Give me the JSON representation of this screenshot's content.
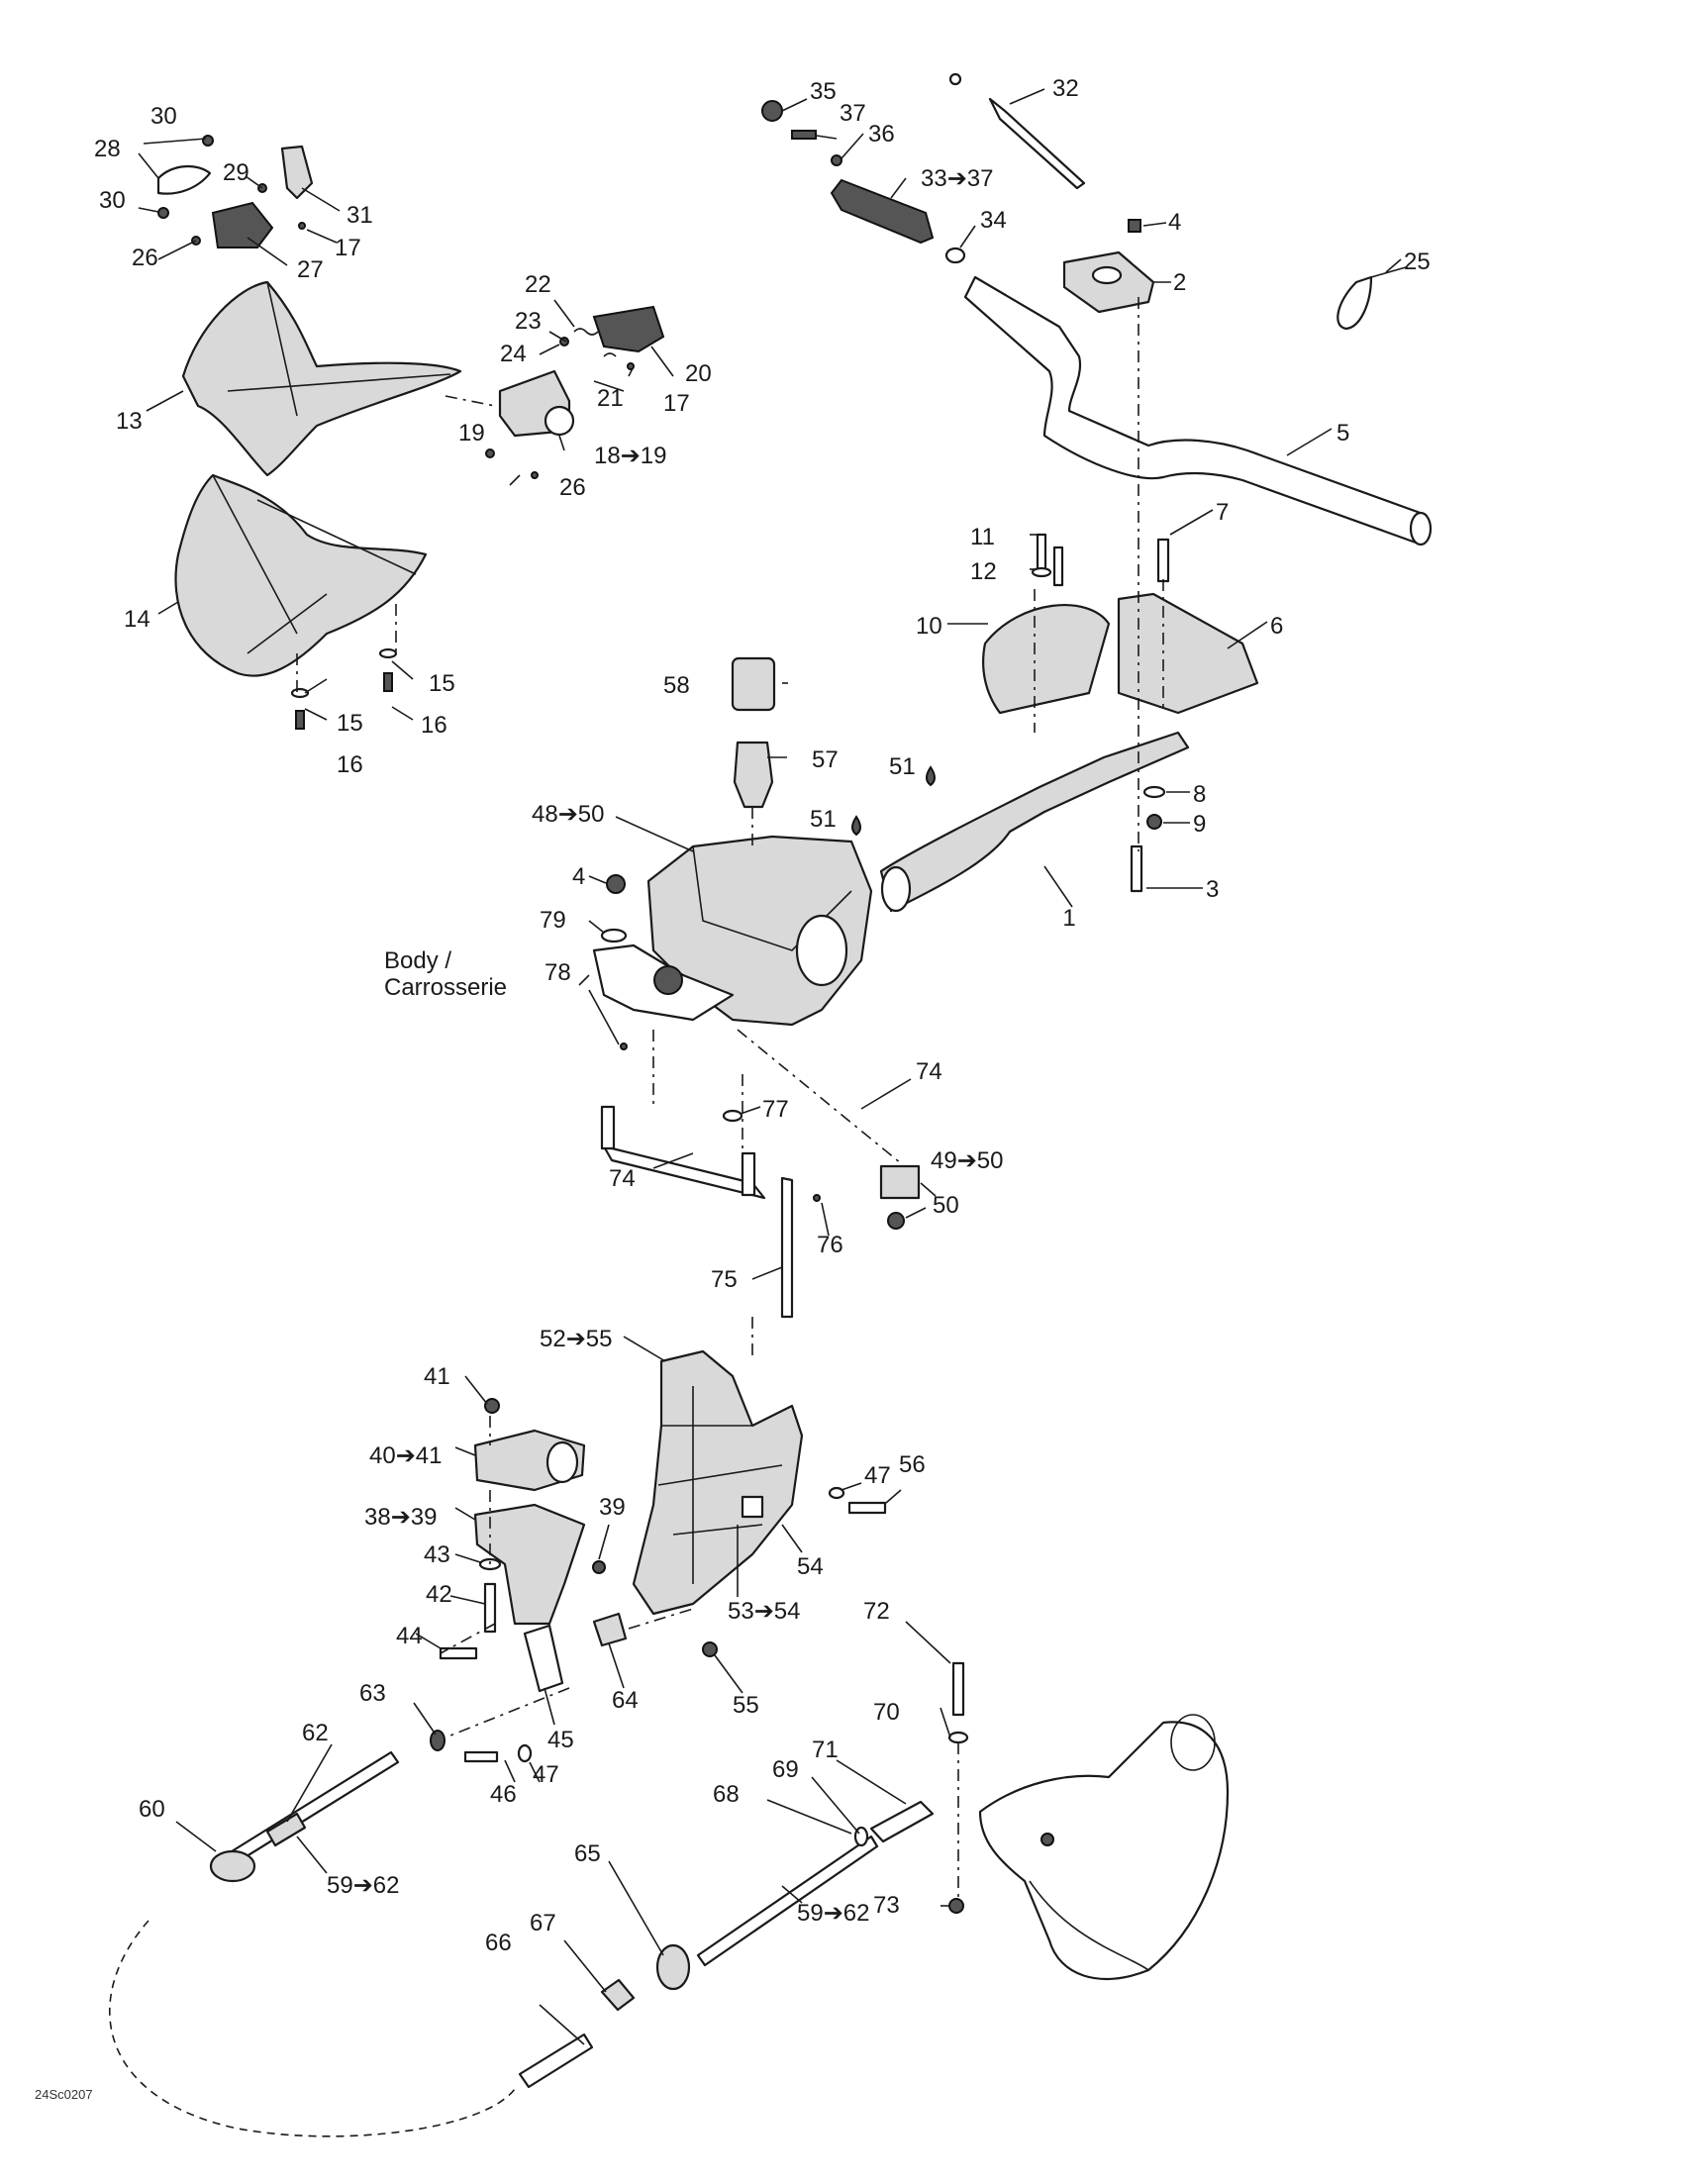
{
  "labels": {
    "l1": "1",
    "l2": "2",
    "l3": "3",
    "l4a": "4",
    "l4b": "4",
    "l5": "5",
    "l6": "6",
    "l7": "7",
    "l8": "8",
    "l9": "9",
    "l10": "10",
    "l11": "11",
    "l12": "12",
    "l13": "13",
    "l14": "14",
    "l15a": "15",
    "l15b": "15",
    "l16a": "16",
    "l16b": "16",
    "l17a": "17",
    "l17b": "17",
    "l18": "18➔19",
    "l19": "19",
    "l20": "20",
    "l21": "21",
    "l22": "22",
    "l23": "23",
    "l24": "24",
    "l25": "25",
    "l26a": "26",
    "l26b": "26",
    "l27": "27",
    "l28": "28",
    "l29": "29",
    "l30a": "30",
    "l30b": "30",
    "l31": "31",
    "l32": "32",
    "l33": "33➔37",
    "l34": "34",
    "l35": "35",
    "l36": "36",
    "l37": "37",
    "l38": "38➔39",
    "l39": "39",
    "l40": "40➔41",
    "l41": "41",
    "l42": "42",
    "l43": "43",
    "l44": "44",
    "l45": "45",
    "l46": "46",
    "l47a": "47",
    "l47b": "47",
    "l48": "48➔50",
    "l49": "49➔50",
    "l50": "50",
    "l51a": "51",
    "l51b": "51",
    "l52": "52➔55",
    "l53": "53➔54",
    "l54": "54",
    "l55": "55",
    "l56": "56",
    "l57": "57",
    "l58": "58",
    "l59a": "59➔62",
    "l59b": "59➔62",
    "l60": "60",
    "l62": "62",
    "l63": "63",
    "l64": "64",
    "l65": "65",
    "l66": "66",
    "l67": "67",
    "l68": "68",
    "l69": "69",
    "l70": "70",
    "l71": "71",
    "l72": "72",
    "l73": "73",
    "l74a": "74",
    "l74b": "74",
    "l75": "75",
    "l76": "76",
    "l77": "77",
    "l78": "78",
    "l79": "79"
  },
  "body_label": {
    "line1": "Body /",
    "line2": "Carrosserie"
  },
  "drawing_code": "24Sc0207",
  "colors": {
    "ink": "#1a1a1a",
    "fill_light": "#d9d9d9",
    "fill_dark": "#555555",
    "background": "#ffffff"
  }
}
